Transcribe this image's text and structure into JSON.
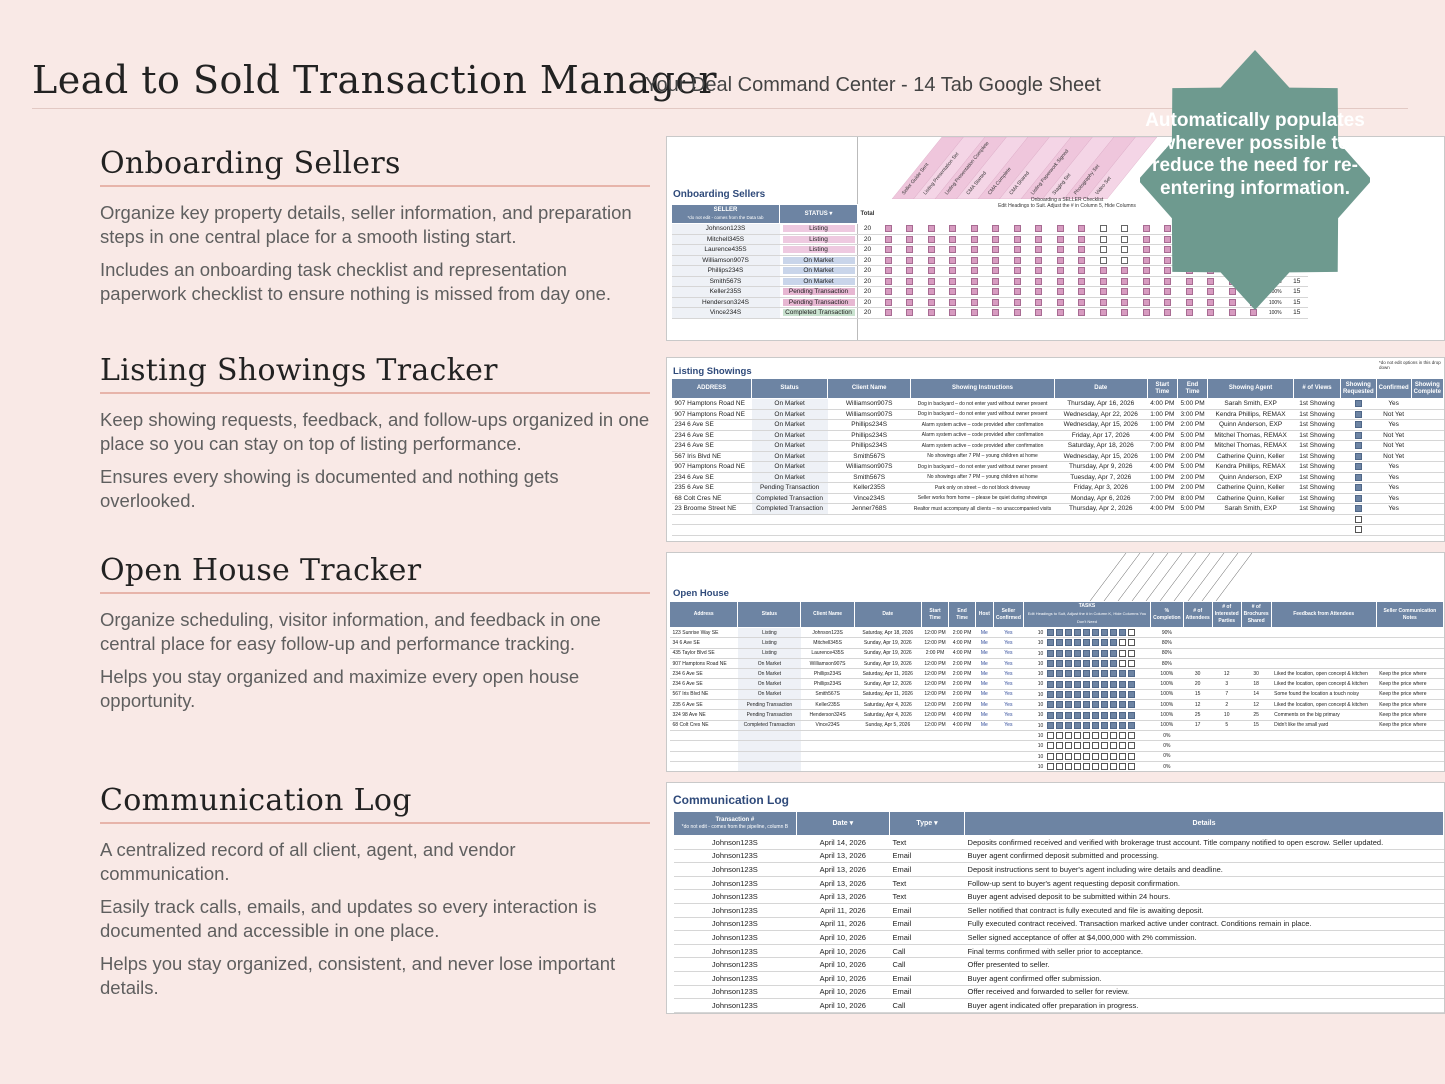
{
  "header": {
    "title": "Lead to Sold Transaction Manager",
    "subtitle": "Your Deal Command Center - 14 Tab Google Sheet"
  },
  "badge": {
    "text": "Automatically populates wherever possible to reduce the need for re-entering information.",
    "color": "#6e9a8f"
  },
  "sections": {
    "onboarding": {
      "heading": "Onboarding Sellers",
      "p1": "Organize key property details, seller information, and preparation steps in one central place for a smooth listing start.",
      "p2": "Includes an onboarding task checklist and representation paperwork checklist to ensure nothing is missed from day one."
    },
    "showings": {
      "heading": "Listing Showings Tracker",
      "p1": "Keep showing requests, feedback, and follow-ups organized in one place so you can stay on top of listing performance.",
      "p2": "Ensures every showing is documented and nothing gets overlooked."
    },
    "openhouse": {
      "heading": "Open House Tracker",
      "p1": "Organize scheduling, visitor information, and feedback in one central place for easy follow-up and performance tracking.",
      "p2": "Helps you stay organized and maximize every open house opportunity."
    },
    "comms": {
      "heading": "Communication Log",
      "p1": "A centralized record of all client, agent, and vendor communication.",
      "p2": "Easily track calls, emails, and updates so every interaction is documented and accessible in one place.",
      "p3": "Helps you stay organized, consistent, and never lose important details."
    }
  },
  "sheet_onboarding": {
    "title": "Onboarding Sellers",
    "col_seller": "SELLER",
    "col_seller_note": "*do not edit - comes from the Data tab",
    "col_status": "STATUS",
    "col_total": "Total",
    "checklist_title": "Onboarding a SELLER Checklist",
    "checklist_note": "Edit Headings to Suit. Adjust the # in Column 5, Hide Columns",
    "diag_headers": [
      "Seller Guide Sent",
      "Listing Presentation Set",
      "Listing Presentation Complete",
      "CMA Started",
      "CMA Complete",
      "CMA Shared",
      "Listing Paperwork Signed",
      "Staging Set",
      "Photography Set",
      "Video Set"
    ],
    "rows": [
      {
        "seller": "Johnson123S",
        "status": "Listing",
        "total": "20"
      },
      {
        "seller": "Mitchell345S",
        "status": "Listing",
        "total": "20"
      },
      {
        "seller": "Laurence435S",
        "status": "Listing",
        "total": "20"
      },
      {
        "seller": "Williamson907S",
        "status": "On Market",
        "total": "20"
      },
      {
        "seller": "Phillips234S",
        "status": "On Market",
        "total": "20"
      },
      {
        "seller": "Smith567S",
        "status": "On Market",
        "total": "20"
      },
      {
        "seller": "Keller235S",
        "status": "Pending Transaction",
        "total": "20"
      },
      {
        "seller": "Henderson324S",
        "status": "Pending Transaction",
        "total": "20"
      },
      {
        "seller": "Vince234S",
        "status": "Completed Transaction",
        "total": "20"
      }
    ],
    "pct": [
      "",
      "",
      "",
      "",
      "100%",
      "100%",
      "100%",
      "100%",
      "100%"
    ],
    "right_total": [
      "15",
      "15",
      "15",
      "15",
      "15",
      "15",
      "15",
      "15",
      "15"
    ]
  },
  "sheet_showings": {
    "title": "Listing Showings",
    "note": "*do not edit options in this drop down",
    "headers": [
      "ADDRESS",
      "Status",
      "Client Name",
      "Showing Instructions",
      "Date",
      "Start Time",
      "End Time",
      "Showing Agent",
      "# of Views",
      "Showing Requested",
      "Confirmed",
      "Showing Complete"
    ],
    "rows": [
      [
        "907 Hamptons Road NE",
        "On Market",
        "Williamson907S",
        "Dog in backyard – do not enter yard without owner present",
        "Thursday, Apr 16, 2026",
        "4:00 PM",
        "5:00 PM",
        "Sarah Smith, EXP",
        "1st Showing",
        "Yes"
      ],
      [
        "907 Hamptons Road NE",
        "On Market",
        "Williamson907S",
        "Dog in backyard – do not enter yard without owner present",
        "Wednesday, Apr 22, 2026",
        "1:00 PM",
        "3:00 PM",
        "Kendra Phillips, REMAX",
        "1st Showing",
        "Not Yet"
      ],
      [
        "234 6 Ave SE",
        "On Market",
        "Phillips234S",
        "Alarm system active – code provided after confirmation",
        "Wednesday, Apr 15, 2026",
        "1:00 PM",
        "2:00 PM",
        "Quinn Anderson, EXP",
        "1st Showing",
        "Yes"
      ],
      [
        "234 6 Ave SE",
        "On Market",
        "Phillips234S",
        "Alarm system active – code provided after confirmation",
        "Friday, Apr 17, 2026",
        "4:00 PM",
        "5:00 PM",
        "Mitchel Thomas, REMAX",
        "1st Showing",
        "Not Yet"
      ],
      [
        "234 6 Ave SE",
        "On Market",
        "Phillips234S",
        "Alarm system active – code provided after confirmation",
        "Saturday, Apr 18, 2026",
        "7:00 PM",
        "8:00 PM",
        "Mitchel Thomas, REMAX",
        "1st Showing",
        "Not Yet"
      ],
      [
        "567 Iris Blvd NE",
        "On Market",
        "Smith567S",
        "No showings after 7 PM – young children at home",
        "Wednesday, Apr 15, 2026",
        "1:00 PM",
        "2:00 PM",
        "Catherine Quinn, Keller",
        "1st Showing",
        "Not Yet"
      ],
      [
        "907 Hamptons Road NE",
        "On Market",
        "Williamson907S",
        "Dog in backyard – do not enter yard without owner present",
        "Thursday, Apr 9, 2026",
        "4:00 PM",
        "5:00 PM",
        "Kendra Phillips, REMAX",
        "1st Showing",
        "Yes"
      ],
      [
        "234 6 Ave SE",
        "On Market",
        "Smith567S",
        "No showings after 7 PM – young children at home",
        "Tuesday, Apr 7, 2026",
        "1:00 PM",
        "2:00 PM",
        "Quinn Anderson, EXP",
        "1st Showing",
        "Yes"
      ],
      [
        "235 6 Ave SE",
        "Pending Transaction",
        "Keller235S",
        "Park only on street – do not block driveway",
        "Friday, Apr 3, 2026",
        "1:00 PM",
        "2:00 PM",
        "Catherine Quinn, Keller",
        "1st Showing",
        "Yes"
      ],
      [
        "68 Colt Cres NE",
        "Completed Transaction",
        "Vince234S",
        "Seller works from home – please be quiet during showings",
        "Monday, Apr 6, 2026",
        "7:00 PM",
        "8:00 PM",
        "Catherine Quinn, Keller",
        "1st Showing",
        "Yes"
      ],
      [
        "23 Broome Street NE",
        "Completed Transaction",
        "Jenner768S",
        "Realtor must accompany all clients – no unaccompanied visits",
        "Thursday, Apr 2, 2026",
        "4:00 PM",
        "5:00 PM",
        "Sarah Smith, EXP",
        "1st Showing",
        "Yes"
      ]
    ]
  },
  "sheet_openhouse": {
    "title": "Open House",
    "headers": [
      "Address",
      "Status",
      "Client Name",
      "Date",
      "Start Time",
      "End Time",
      "Host",
      "Seller Confirmed",
      "TASKS",
      "% Completion",
      "# of Attendees",
      "# of Interested Parties",
      "# of Brochures Shared",
      "Feedback from Attendees",
      "Seller Communication Notes"
    ],
    "tasks_note": "Edit Headings to Suit, Adjust the # in Column K, Hide Columns You Don't Need",
    "rows": [
      [
        "123 Sunrise Way SE",
        "Listing",
        "Johnson123S",
        "Saturday, Apr 18, 2026",
        "12:00 PM",
        "2:00 PM",
        "Me",
        "Yes",
        "10",
        "90%",
        "",
        "",
        "",
        "",
        ""
      ],
      [
        "34 6 Ave SE",
        "Listing",
        "Mitchell345S",
        "Sunday, Apr 19, 2026",
        "12:00 PM",
        "4:00 PM",
        "Me",
        "Yes",
        "10",
        "80%",
        "",
        "",
        "",
        "",
        ""
      ],
      [
        "435 Taylor Blvd SE",
        "Listing",
        "Laurence435S",
        "Sunday, Apr 19, 2026",
        "2:00 PM",
        "4:00 PM",
        "Me",
        "Yes",
        "10",
        "80%",
        "",
        "",
        "",
        "",
        ""
      ],
      [
        "907 Hamptons Road NE",
        "On Market",
        "Williamson907S",
        "Sunday, Apr 19, 2026",
        "12:00 PM",
        "2:00 PM",
        "Me",
        "Yes",
        "10",
        "80%",
        "",
        "",
        "",
        "",
        ""
      ],
      [
        "234 6 Ave SE",
        "On Market",
        "Phillips234S",
        "Saturday, Apr 11, 2026",
        "12:00 PM",
        "2:00 PM",
        "Me",
        "Yes",
        "10",
        "100%",
        "30",
        "12",
        "30",
        "Liked the location, open concept & kitchen",
        "Keep the price where"
      ],
      [
        "234 6 Ave SE",
        "On Market",
        "Phillips234S",
        "Sunday, Apr 12, 2026",
        "12:00 PM",
        "2:00 PM",
        "Me",
        "Yes",
        "10",
        "100%",
        "20",
        "3",
        "18",
        "Liked the location, open concept & kitchen",
        "Keep the price where"
      ],
      [
        "567 Iris Blvd NE",
        "On Market",
        "Smith567S",
        "Saturday, Apr 11, 2026",
        "12:00 PM",
        "2:00 PM",
        "Me",
        "Yes",
        "10",
        "100%",
        "15",
        "7",
        "14",
        "Some found the location a touch noisy",
        "Keep the price where"
      ],
      [
        "235 6 Ave SE",
        "Pending Transaction",
        "Keller235S",
        "Saturday, Apr 4, 2026",
        "12:00 PM",
        "2:00 PM",
        "Me",
        "Yes",
        "10",
        "100%",
        "12",
        "2",
        "12",
        "Liked the location, open concept & kitchen",
        "Keep the price where"
      ],
      [
        "324 98 Ave NE",
        "Pending Transaction",
        "Henderson324S",
        "Saturday, Apr 4, 2026",
        "12:00 PM",
        "4:00 PM",
        "Me",
        "Yes",
        "10",
        "100%",
        "25",
        "10",
        "25",
        "Comments on the big primary",
        "Keep the price where"
      ],
      [
        "68 Colt Cres NE",
        "Completed Transaction",
        "Vince234S",
        "Sunday, Apr 5, 2026",
        "12:00 PM",
        "4:00 PM",
        "Me",
        "Yes",
        "10",
        "100%",
        "17",
        "5",
        "15",
        "Didn't like the small yard",
        "Keep the price where"
      ],
      [
        "",
        "",
        "",
        "",
        "",
        "",
        "",
        "",
        "10",
        "0%",
        "",
        "",
        "",
        "",
        ""
      ],
      [
        "",
        "",
        "",
        "",
        "",
        "",
        "",
        "",
        "10",
        "0%",
        "",
        "",
        "",
        "",
        ""
      ],
      [
        "",
        "",
        "",
        "",
        "",
        "",
        "",
        "",
        "10",
        "0%",
        "",
        "",
        "",
        "",
        ""
      ],
      [
        "",
        "",
        "",
        "",
        "",
        "",
        "",
        "",
        "10",
        "0%",
        "",
        "",
        "",
        "",
        ""
      ]
    ]
  },
  "sheet_comms": {
    "title": "Communication Log",
    "headers": [
      "Transaction #",
      "Date",
      "Type",
      "Details"
    ],
    "header_note": "*do not edit - comes from the pipeline, column B",
    "rows": [
      [
        "Johnson123S",
        "April 14, 2026",
        "Text",
        "Deposits confirmed received and verified with brokerage trust account. Title company notified to open escrow. Seller updated."
      ],
      [
        "Johnson123S",
        "April 13, 2026",
        "Email",
        "Buyer agent confirmed deposit submitted and processing."
      ],
      [
        "Johnson123S",
        "April 13, 2026",
        "Email",
        "Deposit instructions sent to buyer's agent including wire details and deadline."
      ],
      [
        "Johnson123S",
        "April 13, 2026",
        "Text",
        "Follow-up sent to buyer's agent requesting deposit confirmation."
      ],
      [
        "Johnson123S",
        "April 13, 2026",
        "Text",
        "Buyer agent advised deposit to be submitted within 24 hours."
      ],
      [
        "Johnson123S",
        "April 11, 2026",
        "Email",
        "Seller notified that contract is fully executed and file is awaiting deposit."
      ],
      [
        "Johnson123S",
        "April 11, 2026",
        "Email",
        "Fully executed contract received. Transaction marked active under contract. Conditions remain in place."
      ],
      [
        "Johnson123S",
        "April 10, 2026",
        "Email",
        "Seller signed acceptance of offer at $4,000,000 with 2% commission."
      ],
      [
        "Johnson123S",
        "April 10, 2026",
        "Call",
        "Final terms confirmed with seller prior to acceptance."
      ],
      [
        "Johnson123S",
        "April 10, 2026",
        "Call",
        "Offer presented to seller."
      ],
      [
        "Johnson123S",
        "April 10, 2026",
        "Email",
        "Buyer agent confirmed offer submission."
      ],
      [
        "Johnson123S",
        "April 10, 2026",
        "Email",
        "Offer received and forwarded to seller for review."
      ],
      [
        "Johnson123S",
        "April 10, 2026",
        "Call",
        "Buyer agent indicated offer preparation in progress."
      ]
    ]
  }
}
